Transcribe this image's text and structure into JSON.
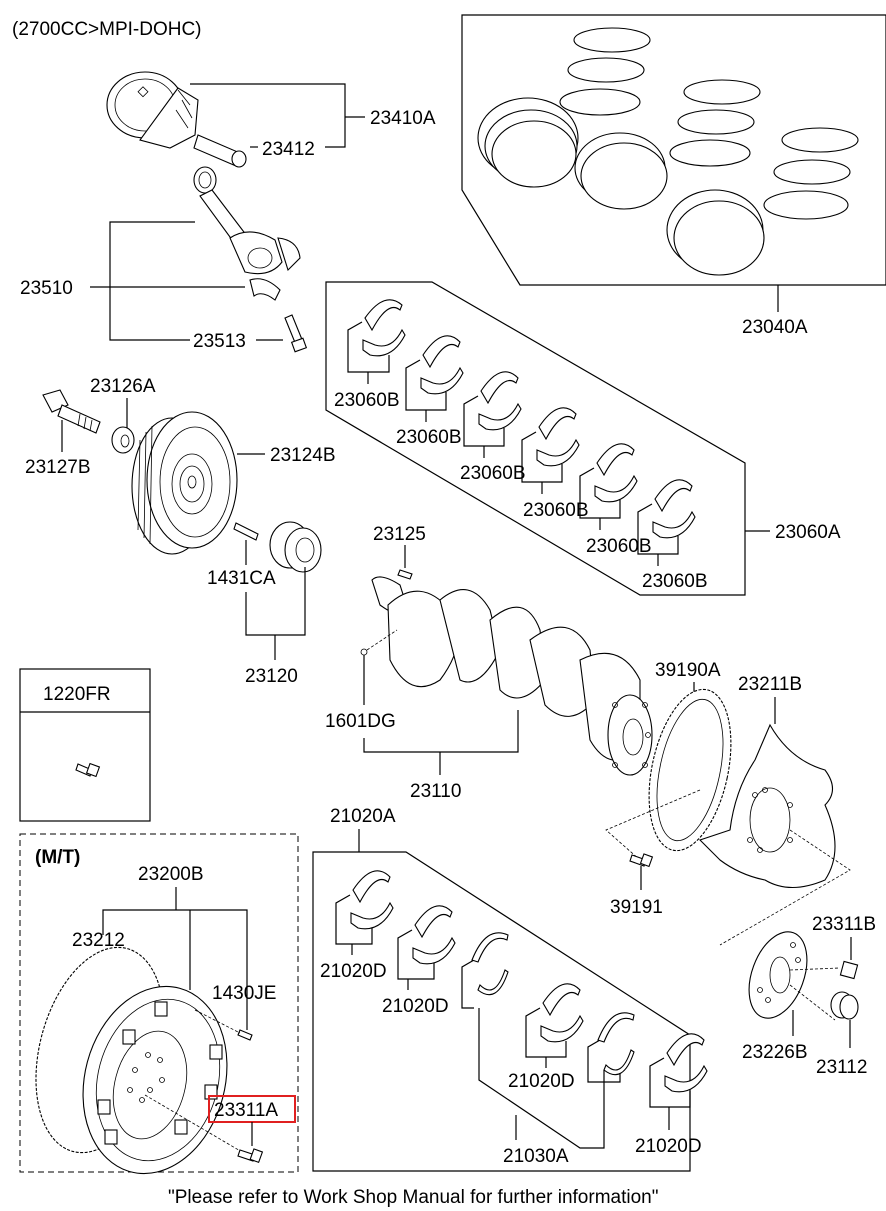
{
  "header": {
    "title": "(2700CC>MPI-DOHC)"
  },
  "footer": {
    "note": "\"Please refer to Work Shop Manual for further information\""
  },
  "highlight": {
    "part": "23311A",
    "color": "#e02020"
  },
  "manual_transmission": {
    "label": "(M/T)"
  },
  "callouts": {
    "p23410A": "23410A",
    "p23412": "23412",
    "p23510": "23510",
    "p23513": "23513",
    "p23040A": "23040A",
    "p23126A": "23126A",
    "p23127B": "23127B",
    "p23124B": "23124B",
    "p1431CA": "1431CA",
    "p23120": "23120",
    "p1220FR": "1220FR",
    "p23060B_1": "23060B",
    "p23060B_2": "23060B",
    "p23060B_3": "23060B",
    "p23060B_4": "23060B",
    "p23060B_5": "23060B",
    "p23060B_6": "23060B",
    "p23060A": "23060A",
    "p23125": "23125",
    "p1601DG": "1601DG",
    "p23110": "23110",
    "p39190A": "39190A",
    "p23211B": "23211B",
    "p39191": "39191",
    "p21020A": "21020A",
    "p21020D_1": "21020D",
    "p21020D_2": "21020D",
    "p21020D_3": "21020D",
    "p21020D_4": "21020D",
    "p21030A": "21030A",
    "p23311B": "23311B",
    "p23226B": "23226B",
    "p23112": "23112",
    "p23200B": "23200B",
    "p23212": "23212",
    "p1430JE": "1430JE",
    "p23311A": "23311A"
  }
}
